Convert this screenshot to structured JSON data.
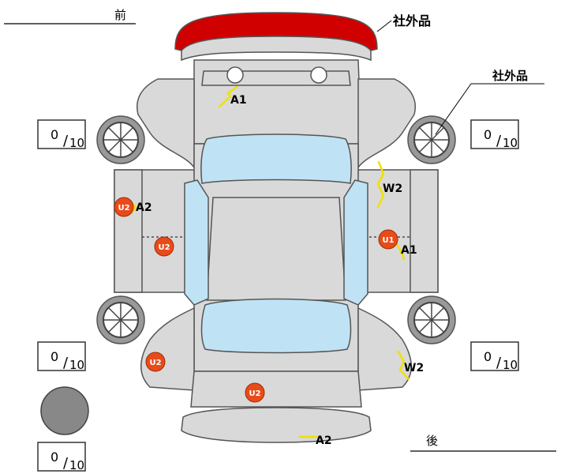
{
  "orientation": {
    "front": "前",
    "rear": "後"
  },
  "aftermarket_labels": {
    "front_bumper": "社外品",
    "right_front_wheel": "社外品"
  },
  "tread_gauges": [
    {
      "id": "front-left",
      "value": "0",
      "max": "10"
    },
    {
      "id": "front-right",
      "value": "0",
      "max": "10"
    },
    {
      "id": "rear-left",
      "value": "0",
      "max": "10"
    },
    {
      "id": "rear-right",
      "value": "0",
      "max": "10"
    },
    {
      "id": "spare",
      "value": "0",
      "max": "10"
    }
  ],
  "damage_codes": [
    {
      "id": "hood",
      "code": "A1",
      "kind": "text"
    },
    {
      "id": "left-front-door",
      "code": "U2",
      "kind": "badge"
    },
    {
      "id": "left-front-door-scratch",
      "code": "A2",
      "kind": "text"
    },
    {
      "id": "left-rear-door",
      "code": "U2",
      "kind": "badge"
    },
    {
      "id": "right-front-door",
      "code": "W2",
      "kind": "text"
    },
    {
      "id": "right-rear-door-dent",
      "code": "U1",
      "kind": "badge"
    },
    {
      "id": "right-rear-door-scratch",
      "code": "A1",
      "kind": "text"
    },
    {
      "id": "left-rear-fender",
      "code": "U2",
      "kind": "badge"
    },
    {
      "id": "right-rear-fender",
      "code": "W2",
      "kind": "text"
    },
    {
      "id": "trunk",
      "code": "U2",
      "kind": "badge"
    },
    {
      "id": "rear-bumper",
      "code": "A2",
      "kind": "text"
    }
  ],
  "colors": {
    "body_fill": "#d9d9d9",
    "outline": "#555555",
    "glass": "#bfe3f5",
    "aftermarket_bumper": "#d00000",
    "badge": "#e84b1a",
    "scratch_line": "#f2e000",
    "spare_disc": "#888888"
  }
}
